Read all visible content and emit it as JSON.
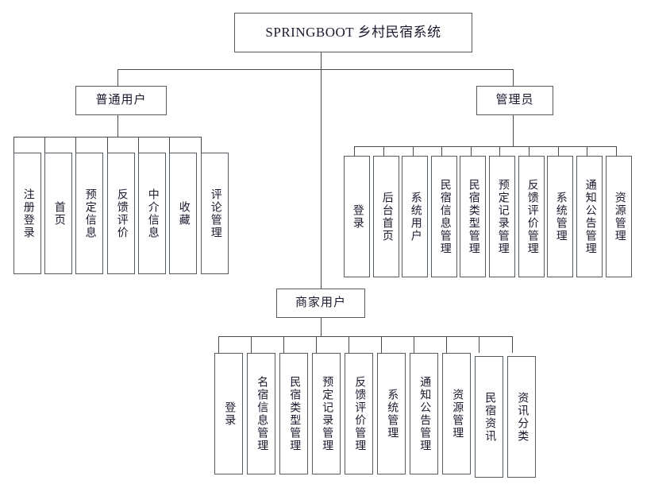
{
  "diagram": {
    "title": "SPRINGBOOT 乡村民宿系统",
    "type": "system-function-tree",
    "root": {
      "label": "SPRINGBOOT 乡村民宿系统"
    },
    "branches": [
      {
        "id": "regular-user",
        "label": "普通用户",
        "children": [
          {
            "label": "注册登录"
          },
          {
            "label": "首页"
          },
          {
            "label": "预定信息"
          },
          {
            "label": "反馈评价"
          },
          {
            "label": "中介信息"
          },
          {
            "label": "收藏"
          },
          {
            "label": "评论管理"
          }
        ]
      },
      {
        "id": "administrator",
        "label": "管理员",
        "children": [
          {
            "label": "登录"
          },
          {
            "label": "后台首页"
          },
          {
            "label": "系统用户"
          },
          {
            "label": "民宿信息管理"
          },
          {
            "label": "民宿类型管理"
          },
          {
            "label": "预定记录管理"
          },
          {
            "label": "反馈评价管理"
          },
          {
            "label": "系统管理"
          },
          {
            "label": "通知公告管理"
          },
          {
            "label": "资源管理"
          }
        ]
      },
      {
        "id": "merchant-user",
        "label": "商家用户",
        "children": [
          {
            "label": "登录"
          },
          {
            "label": "名宿信息管理"
          },
          {
            "label": "民宿类型管理"
          },
          {
            "label": "预定记录管理"
          },
          {
            "label": "反馈评价管理"
          },
          {
            "label": "系统管理"
          },
          {
            "label": "通知公告管理"
          },
          {
            "label": "资源管理"
          },
          {
            "label": "民宿资讯"
          },
          {
            "label": "资讯分类"
          }
        ]
      }
    ],
    "colors": {
      "line": "#4a4a4a",
      "box_border": "#555b63",
      "text": "#1a1a2e",
      "background": "#ffffff"
    }
  }
}
